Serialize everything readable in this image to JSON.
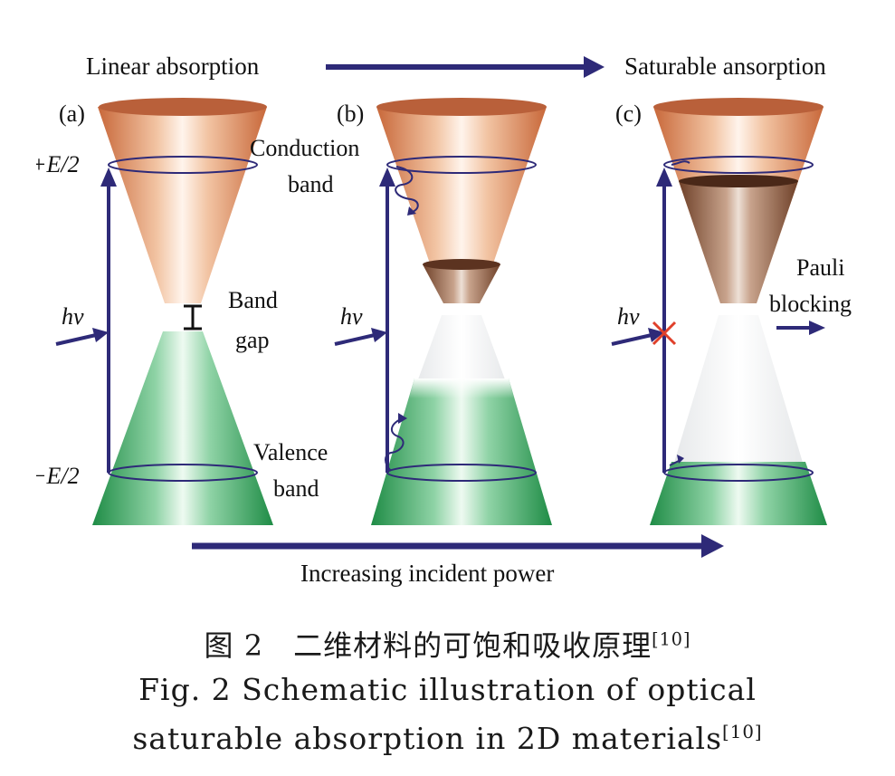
{
  "figure": {
    "top_left_label": "Linear absorption",
    "top_right_label": "Saturable ansorption",
    "bottom_label": "Increasing incident power",
    "panels": [
      {
        "id": "(a)",
        "energy_top": "+E/2",
        "energy_bottom": "−E/2",
        "photon": "hv",
        "band_gap_line1": "Band",
        "band_gap_line2": "gap",
        "valence_line1": "Valence",
        "valence_line2": "band"
      },
      {
        "id": "(b)",
        "photon": "hv",
        "conduction_line1": "Conduction",
        "conduction_line2": "band"
      },
      {
        "id": "(c)",
        "photon": "hv",
        "pauli_line1": "Pauli",
        "pauli_line2": "blocking"
      }
    ]
  },
  "caption": {
    "chinese": "图 2　二维材料的可饱和吸收原理",
    "chinese_ref": "[10]",
    "english_line1": "Fig. 2  Schematic illustration of optical",
    "english_line2": "saturable absorption in 2D materials",
    "english_ref": "[10]"
  },
  "colors": {
    "conduction": "#d98a57",
    "valence": "#2e9a55",
    "arrow": "#2e2a78",
    "cross": "#e0402a",
    "filled_electrons": "#7a4a35"
  }
}
